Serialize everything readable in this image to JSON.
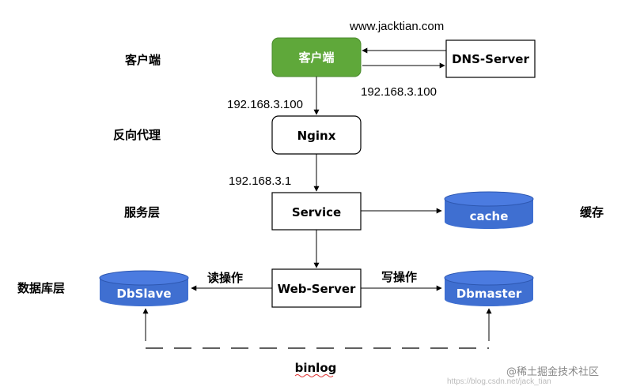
{
  "dns_url": "www.jacktian.com",
  "layers": {
    "client": "客户端",
    "proxy": "反向代理",
    "service": "服务层",
    "database": "数据库层",
    "cache_label": "缓存"
  },
  "nodes": {
    "client": "客户端",
    "dns_server": "DNS-Server",
    "nginx": "Nginx",
    "service": "Service",
    "web_server": "Web-Server",
    "cache": "cache",
    "db_slave": "DbSlave",
    "db_master": "Dbmaster"
  },
  "edge_labels": {
    "client_to_nginx_ip": "192.168.3.100",
    "dns_reply_ip": "192.168.3.100",
    "nginx_to_service_ip": "192.168.3.1",
    "read_op": "读操作",
    "write_op": "写操作",
    "binlog": "binlog"
  },
  "watermark": {
    "site": "@稀土掘金技术社区",
    "url": "https://blog.csdn.net/jack_tian"
  },
  "colors": {
    "client_fill": "#5fa83a",
    "db_fill": "#3f6fd1",
    "db_top": "#4b7be0",
    "stroke": "#000000"
  }
}
